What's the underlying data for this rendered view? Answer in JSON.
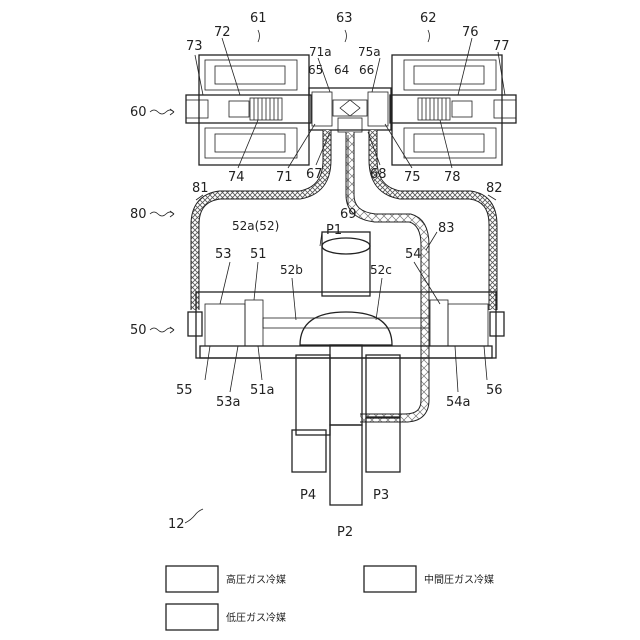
{
  "labels": {
    "l61": "61",
    "l62": "62",
    "l63": "63",
    "l73": "73",
    "l72": "72",
    "l71a": "71a",
    "l75a": "75a",
    "l76": "76",
    "l77": "77",
    "l65": "65",
    "l64": "64",
    "l66": "66",
    "l60": "60",
    "l74": "74",
    "l71": "71",
    "l67": "67",
    "l68": "68",
    "l75": "75",
    "l78": "78",
    "l69": "69",
    "l81": "81",
    "l82": "82",
    "l80": "80",
    "l52a": "52a(52)",
    "lP1": "P1",
    "l83": "83",
    "l53": "53",
    "l51": "51",
    "l52b": "52b",
    "l52c": "52c",
    "l54": "54",
    "l50": "50",
    "l55": "55",
    "l53a": "53a",
    "l51a": "51a",
    "l54a": "54a",
    "l56": "56",
    "lP4": "P4",
    "lP3": "P3",
    "lP2": "P2",
    "l12": "12"
  },
  "legend": {
    "high": "高圧ガス冷媒",
    "mid": "中間圧ガス冷媒",
    "low": "低圧ガス冷媒"
  }
}
